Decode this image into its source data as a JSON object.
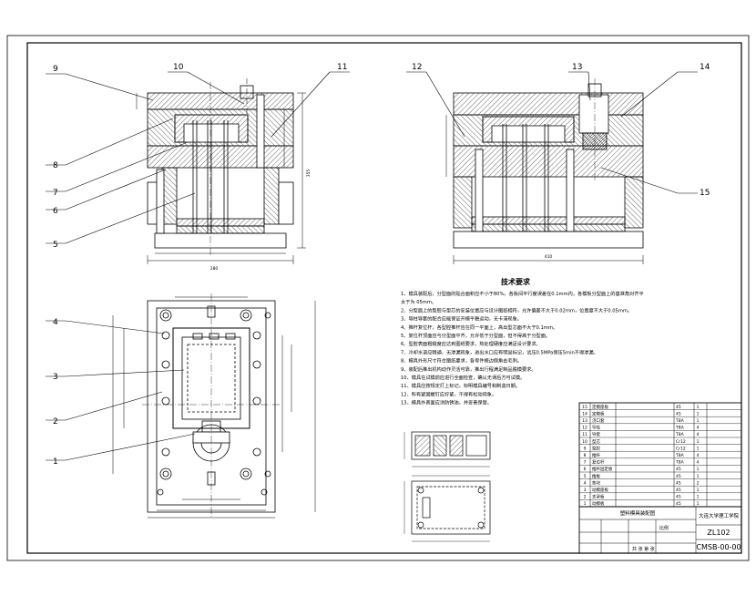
{
  "drawing": {
    "callouts": [
      "1",
      "2",
      "3",
      "4",
      "5",
      "6",
      "7",
      "8",
      "9",
      "10",
      "11",
      "12",
      "13",
      "14",
      "15"
    ],
    "requirements_title": "技术要求",
    "requirements": [
      "1、模具装配后，分型面的贴合面积应不小于80%，各板间平行度误差在0.1mm内，各模板分型面上的基准角对齐平",
      "  太于为 05mm。",
      "2、分型面上的型腔与型芯的安装位置应与设计图纸相符，允许偏差不大于0.02mm，位置度不大于0.05mm。",
      "3、导柱导套的配合应能保证开模平稳运动，无卡滞现象。",
      "4、推杆复位杆，各型腔推杆应在同一平面上，高出型芯面不大于0.1mm。",
      "5、复位杆顶面应与分型面平齐，允许低于分型面，但不得高于分型面。",
      "6、型腔表面粗糙度应达到图纸要求，热处理硬度应满足设计要求。",
      "7、冷却水道应畅通，无渗漏现象，进出水口应有明显标记，试压0.5MPa保压5min不得渗漏。",
      "8、模具外形尺寸符合图纸要求，各零件棱边倒角去毛刺。",
      "9、装配后推出机构动作灵活可靠，推出行程满足制品脱模要求。",
      "10、模具在试模前应进行全面检查，确认无误后方可试模。",
      "11、模具应按规定打上标记，标明模具编号和制造日期。",
      "12、所有紧固螺钉应拧紧，不得有松动现象。",
      "13、模具外表面应涂防锈油，并妥善保管。"
    ],
    "bom_rows": [
      {
        "no": "15",
        "name": "定模座板",
        "code": "",
        "qty": "1",
        "mat": "45"
      },
      {
        "no": "14",
        "name": "定模板",
        "code": "",
        "qty": "1",
        "mat": "45"
      },
      {
        "no": "13",
        "name": "浇口套",
        "code": "",
        "qty": "1",
        "mat": "T8A"
      },
      {
        "no": "12",
        "name": "导柱",
        "code": "",
        "qty": "4",
        "mat": "T8A"
      },
      {
        "no": "11",
        "name": "导套",
        "code": "",
        "qty": "4",
        "mat": "T8A"
      },
      {
        "no": "10",
        "name": "型芯",
        "code": "",
        "qty": "1",
        "mat": "Cr12"
      },
      {
        "no": "9",
        "name": "型腔",
        "code": "",
        "qty": "1",
        "mat": "Cr12"
      },
      {
        "no": "8",
        "name": "推杆",
        "code": "",
        "qty": "4",
        "mat": "T8A"
      },
      {
        "no": "7",
        "name": "复位杆",
        "code": "",
        "qty": "4",
        "mat": "T8A"
      },
      {
        "no": "6",
        "name": "推杆固定板",
        "code": "",
        "qty": "1",
        "mat": "45"
      },
      {
        "no": "5",
        "name": "推板",
        "code": "",
        "qty": "1",
        "mat": "45"
      },
      {
        "no": "4",
        "name": "垫块",
        "code": "",
        "qty": "2",
        "mat": "45"
      },
      {
        "no": "3",
        "name": "动模座板",
        "code": "",
        "qty": "1",
        "mat": "45"
      },
      {
        "no": "2",
        "name": "支承板",
        "code": "",
        "qty": "1",
        "mat": "45"
      },
      {
        "no": "1",
        "name": "动模板",
        "code": "",
        "qty": "1",
        "mat": "45"
      }
    ],
    "title_block": {
      "drawing_name": "塑料模具装配图",
      "material": "ZL102",
      "drawing_no": "CMSB-00-00",
      "school": "大连大学理工学院",
      "scale_label": "比例",
      "sheet_label": "共 张 第 张"
    },
    "dims": {
      "overall_width": "280",
      "overall_height": "355",
      "right_view_width": "410"
    }
  }
}
